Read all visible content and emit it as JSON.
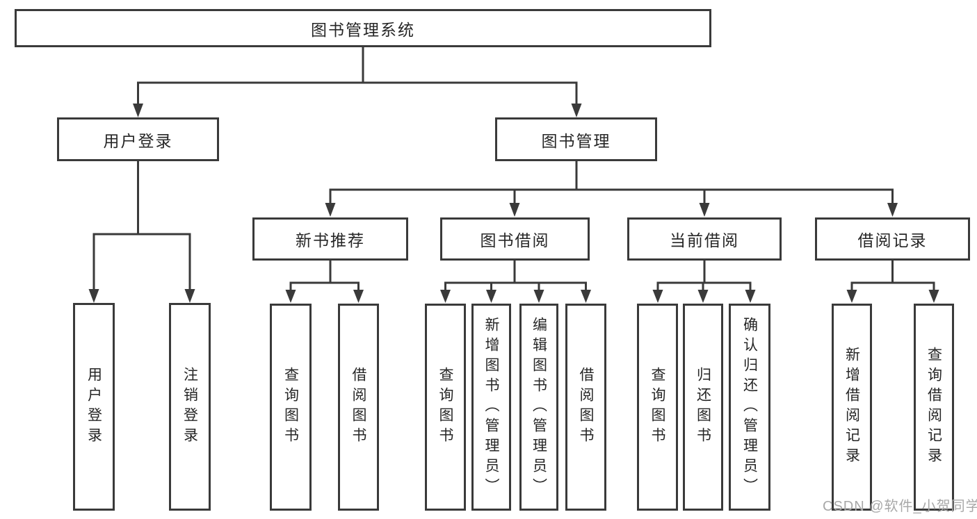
{
  "diagram_title": "图书管理系统",
  "nodes": {
    "root": "图书管理系统",
    "user_login": "用户登录",
    "book_management": "图书管理",
    "new_book_recommend": "新书推荐",
    "book_borrow": "图书借阅",
    "current_borrow": "当前借阅",
    "borrow_records": "借阅记录",
    "leaf_user_login": "用户登录",
    "leaf_logout": "注销登录",
    "leaf_rec_query_books": "查询图书",
    "leaf_rec_borrow_books": "借阅图书",
    "leaf_bb_query_books": "查询图书",
    "leaf_bb_add_books": "新增图书（管理员）",
    "leaf_bb_edit_books": "编辑图书（管理员）",
    "leaf_bb_borrow_books": "借阅图书",
    "leaf_cb_query_books": "查询图书",
    "leaf_cb_return_books": "归还图书",
    "leaf_cb_confirm_return": "确认归还（管理员）",
    "leaf_br_add_record": "新增借阅记录",
    "leaf_br_query_record": "查询借阅记录"
  },
  "hierarchy": {
    "图书管理系统": {
      "用户登录": [
        "用户登录",
        "注销登录"
      ],
      "图书管理": {
        "新书推荐": [
          "查询图书",
          "借阅图书"
        ],
        "图书借阅": [
          "查询图书",
          "新增图书（管理员）",
          "编辑图书（管理员）",
          "借阅图书"
        ],
        "当前借阅": [
          "查询图书",
          "归还图书",
          "确认归还（管理员）"
        ],
        "借阅记录": [
          "新增借阅记录",
          "查询借阅记录"
        ]
      }
    }
  },
  "watermark": "CSDN @软件_小贺同学",
  "colors": {
    "line": "#3a3a3a",
    "text": "#262626",
    "background": "#ffffff",
    "watermark": "#a8a8a8"
  }
}
